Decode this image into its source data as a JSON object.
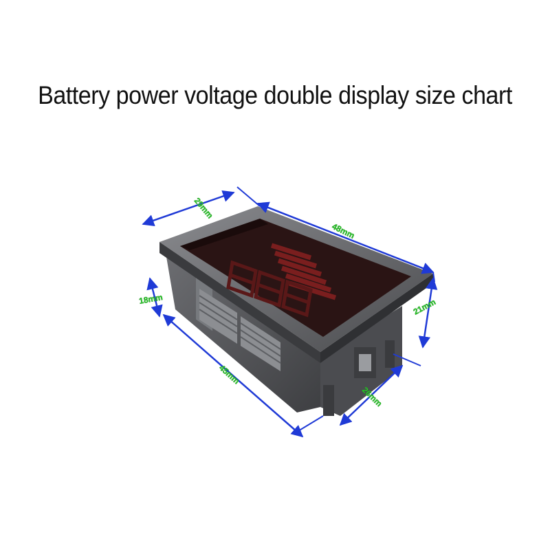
{
  "title": "Battery power voltage double display size chart",
  "dimensions": {
    "top_depth": "29mm",
    "top_width": "48mm",
    "front_height": "18mm",
    "side_height": "21mm",
    "bottom_length": "45mm",
    "bottom_depth": "26mm"
  },
  "colors": {
    "dimension_line": "#1f3ad6",
    "dimension_text": "#2fd02f",
    "housing": "#5a5b5e",
    "display": "#2a1414",
    "led_segment": "#7a1e1e"
  },
  "icons": [
    "battery-level-bars-icon",
    "seven-segment-digits-icon"
  ]
}
